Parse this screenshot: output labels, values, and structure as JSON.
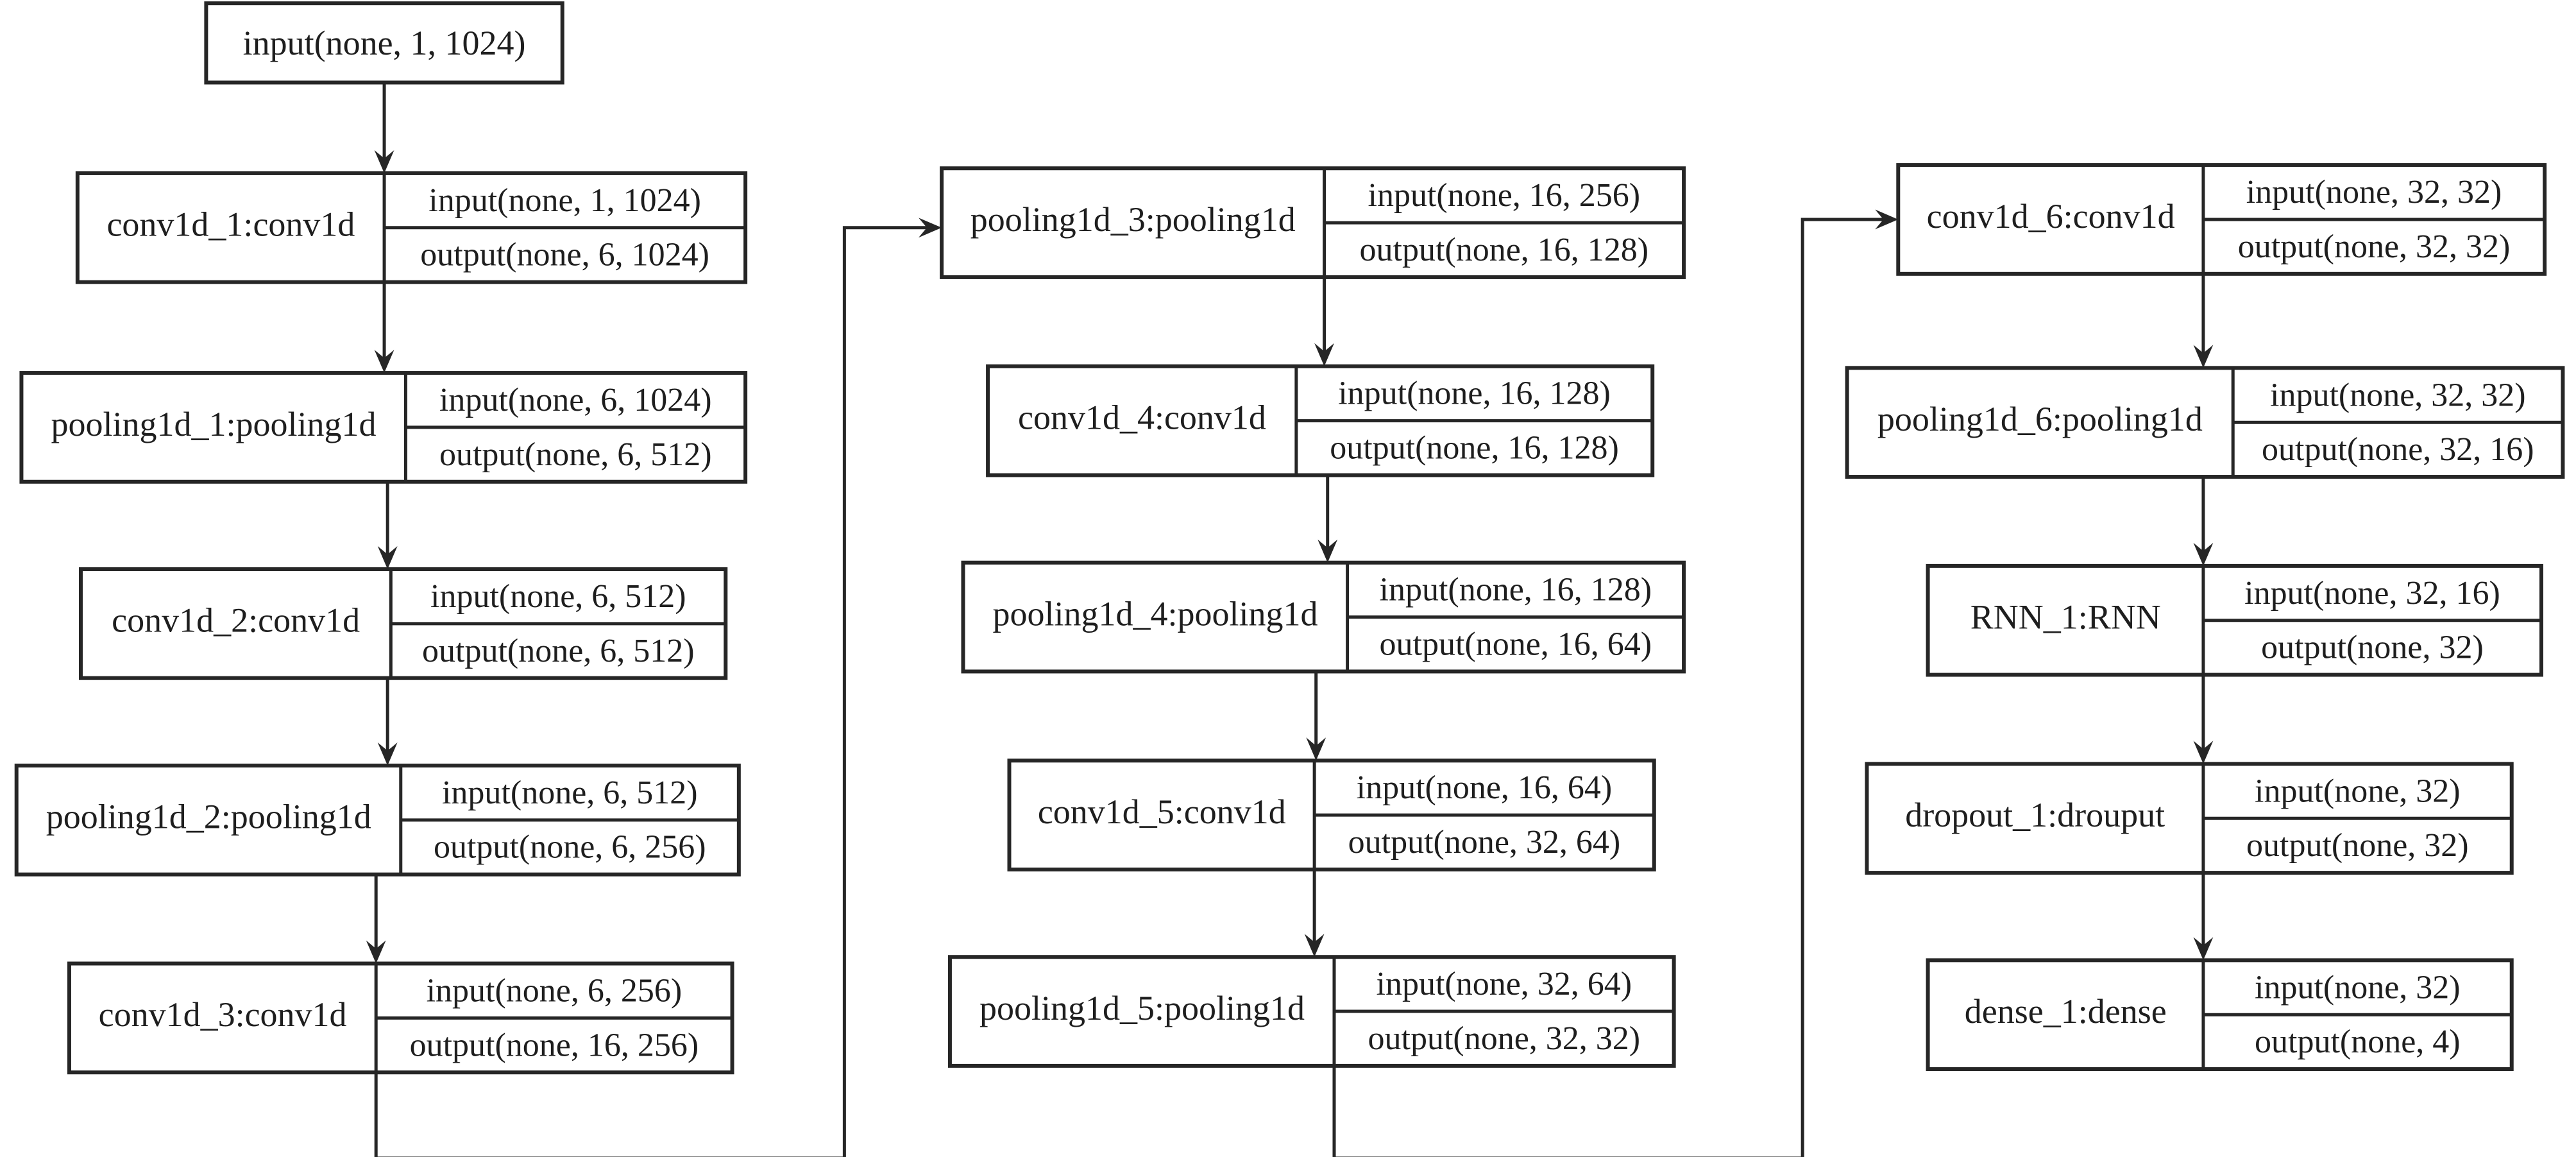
{
  "diagram": {
    "input": {
      "label": "input(none, 1, 1024)"
    },
    "layers": [
      {
        "name": "conv1d_1:conv1d",
        "input": "input(none, 1, 1024)",
        "output": "output(none, 6, 1024)"
      },
      {
        "name": "pooling1d_1:pooling1d",
        "input": "input(none, 6, 1024)",
        "output": "output(none, 6, 512)"
      },
      {
        "name": "conv1d_2:conv1d",
        "input": "input(none, 6, 512)",
        "output": "output(none, 6, 512)"
      },
      {
        "name": "pooling1d_2:pooling1d",
        "input": "input(none, 6, 512)",
        "output": "output(none, 6, 256)"
      },
      {
        "name": "conv1d_3:conv1d",
        "input": "input(none, 6, 256)",
        "output": "output(none, 16, 256)"
      },
      {
        "name": "pooling1d_3:pooling1d",
        "input": "input(none, 16, 256)",
        "output": "output(none, 16, 128)"
      },
      {
        "name": "conv1d_4:conv1d",
        "input": "input(none, 16, 128)",
        "output": "output(none, 16, 128)"
      },
      {
        "name": "pooling1d_4:pooling1d",
        "input": "input(none, 16, 128)",
        "output": "output(none, 16, 64)"
      },
      {
        "name": "conv1d_5:conv1d",
        "input": "input(none, 16, 64)",
        "output": "output(none, 32, 64)"
      },
      {
        "name": "pooling1d_5:pooling1d",
        "input": "input(none, 32, 64)",
        "output": "output(none, 32, 32)"
      },
      {
        "name": "conv1d_6:conv1d",
        "input": "input(none, 32, 32)",
        "output": "output(none, 32, 32)"
      },
      {
        "name": "pooling1d_6:pooling1d",
        "input": "input(none, 32, 32)",
        "output": "output(none, 32, 16)"
      },
      {
        "name": "RNN_1:RNN",
        "input": "input(none, 32, 16)",
        "output": "output(none, 32)"
      },
      {
        "name": "dropout_1:drouput",
        "input": "input(none, 32)",
        "output": "output(none, 32)"
      },
      {
        "name": "dense_1:dense",
        "input": "input(none, 32)",
        "output": "output(none, 4)"
      }
    ],
    "colors": {
      "stroke": "#262626",
      "text": "#1e1e1e",
      "background": "#ffffff"
    }
  }
}
